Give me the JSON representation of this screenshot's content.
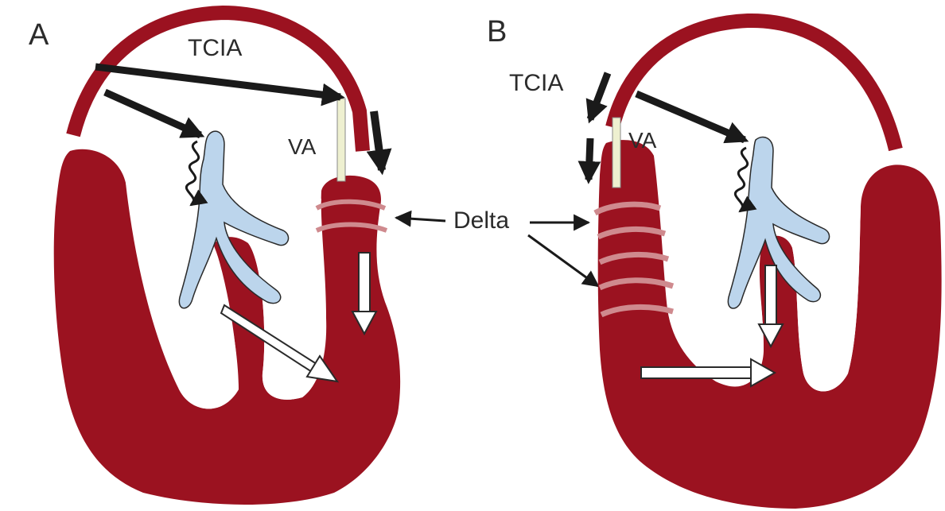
{
  "panels": {
    "a": {
      "panel_letter": "A",
      "tcia_label": "TCIA",
      "va_label": "VA"
    },
    "b": {
      "panel_letter": "B",
      "tcia_label": "TCIA",
      "va_label": "VA"
    }
  },
  "delta_label": "Delta",
  "colors": {
    "tissue": "#9b1220",
    "vessel": "#bcd5ec",
    "vessel_outline": "#2a2a2a",
    "delta_ring": "#cf8a8e",
    "va_needle": "#eef0d0",
    "black_arrow": "#1a1a1a",
    "white_arrow_fill": "#ffffff"
  }
}
